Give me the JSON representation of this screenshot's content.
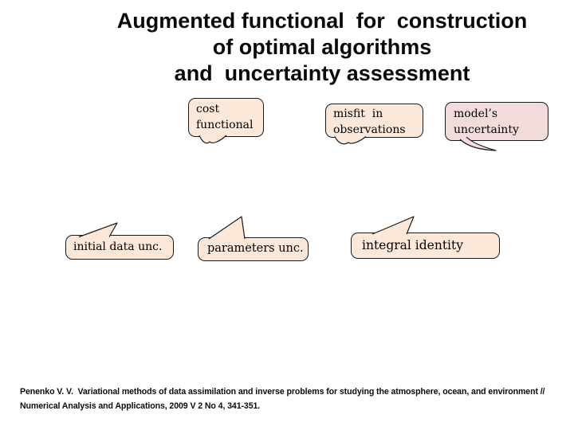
{
  "slide": {
    "title": {
      "lines": [
        "Augmented functional  for  construction",
        "of optimal algorithms",
        "and  uncertainty assessment"
      ]
    },
    "callouts": [
      {
        "id": "cost-functional",
        "lines": [
          "cost",
          "functional"
        ],
        "fill": "#FBE8D9",
        "tail": "down"
      },
      {
        "id": "misfit-observations",
        "lines": [
          "misfit  in",
          "observations"
        ],
        "fill": "#FBE8D9",
        "tail": "down"
      },
      {
        "id": "models-uncertainty",
        "lines": [
          "model’s",
          "uncertainty"
        ],
        "fill": "#F2DCDB",
        "tail": "down-right-arrow"
      },
      {
        "id": "initial-data-unc",
        "lines": [
          "initial data unc."
        ],
        "fill": "#FBE8D9",
        "tail": "up-right"
      },
      {
        "id": "parameters-unc",
        "lines": [
          "parameters unc."
        ],
        "fill": "#FBE8D9",
        "tail": "up-right"
      },
      {
        "id": "integral-identity",
        "lines": [
          "integral identity"
        ],
        "fill": "#FBE8D9",
        "tail": "up-right"
      }
    ],
    "citation": {
      "line1": "Penenko V. V.  Variational methods of data assimilation and inverse problems for studying the atmosphere, ocean, and environment //",
      "line2": "Numerical Analysis and Applications, 2009 V 2 No 4, 341-351."
    },
    "colors": {
      "background": "#FFFFFF",
      "peach": "#FBE8D9",
      "pink": "#F2DCDB",
      "border": "#1A1A1A",
      "text": "#000000"
    }
  }
}
